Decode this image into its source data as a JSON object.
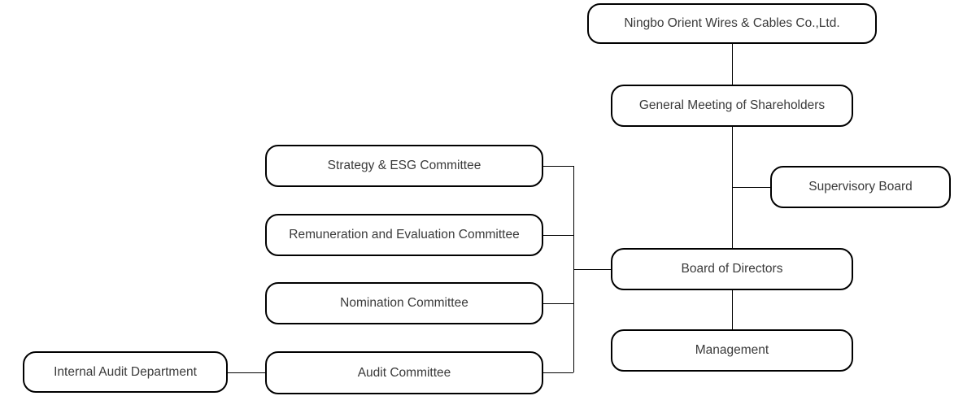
{
  "diagram": {
    "type": "org-chart",
    "nodes": {
      "company": {
        "label": "Ningbo Orient Wires & Cables Co.,Ltd."
      },
      "gms": {
        "label": "General Meeting of Shareholders"
      },
      "supervisory": {
        "label": "Supervisory Board"
      },
      "board": {
        "label": "Board of Directors"
      },
      "management": {
        "label": "Management"
      },
      "strategy": {
        "label": "Strategy & ESG Committee"
      },
      "remuneration": {
        "label": "Remuneration and Evaluation Committee"
      },
      "nomination": {
        "label": "Nomination Committee"
      },
      "audit": {
        "label": "Audit Committee"
      },
      "internal": {
        "label": "Internal Audit Department"
      }
    },
    "edges": [
      {
        "from": "company",
        "to": "gms"
      },
      {
        "from": "gms",
        "to": "supervisory"
      },
      {
        "from": "gms",
        "to": "board"
      },
      {
        "from": "board",
        "to": "management"
      },
      {
        "from": "board",
        "to": "strategy"
      },
      {
        "from": "board",
        "to": "remuneration"
      },
      {
        "from": "board",
        "to": "nomination"
      },
      {
        "from": "board",
        "to": "audit"
      },
      {
        "from": "audit",
        "to": "internal"
      }
    ],
    "colors": {
      "background": "#ffffff",
      "box_border": "#000000",
      "text": "#3a3a3a",
      "line": "#000000"
    }
  }
}
